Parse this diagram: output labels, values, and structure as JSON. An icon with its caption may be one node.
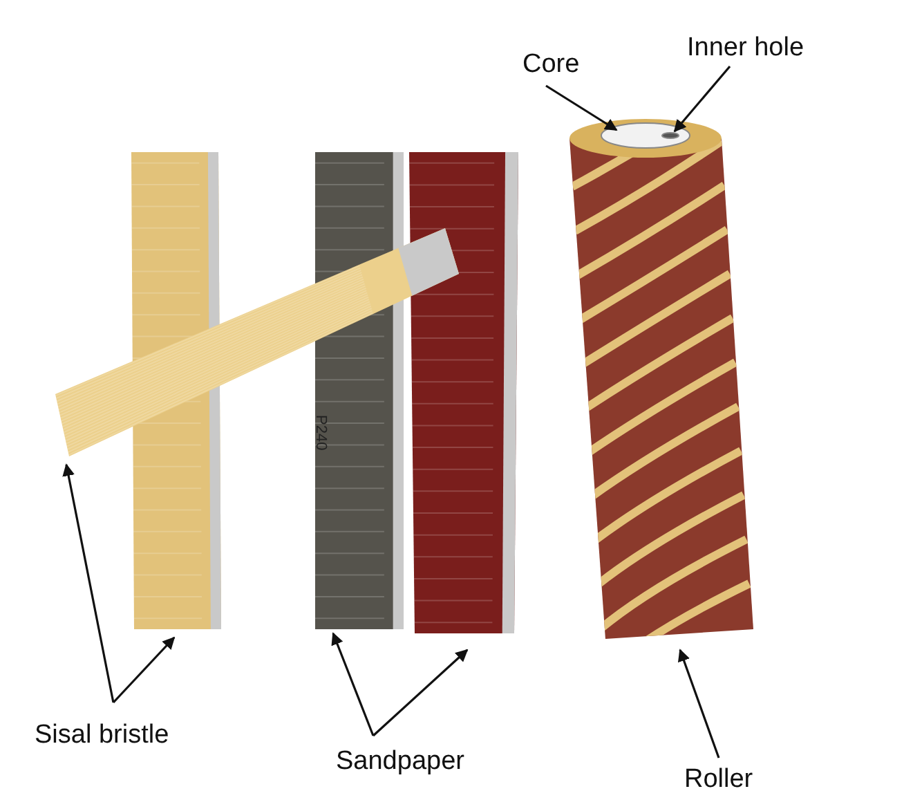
{
  "diagram": {
    "nodes": [
      {
        "text": [
          "Core"
        ]
      },
      {
        "text": [
          "Inner hole"
        ]
      },
      {
        "text": [],
        "shape": "circle"
      },
      {
        "text": [],
        "shape": "circle",
        "in": 2
      },
      {
        "text": [],
        "shape": "bar"
      },
      {
        "text": [],
        "shape": "bar"
      },
      {
        "text": [],
        "shape": "bar"
      },
      {
        "text": [],
        "shape": "bar"
      },
      {
        "text": [],
        "shape": "cylinder"
      },
      {
        "text": [
          "Sisal bristle"
        ]
      },
      {
        "text": [
          "Sandpaper"
        ]
      },
      {
        "text": [
          "Roller"
        ]
      }
    ],
    "edges": [
      {
        "from": 0,
        "to": 2,
        "arrow": "to"
      },
      {
        "from": 1,
        "to": 3,
        "arrow": "to"
      },
      {
        "from": 9,
        "to": 5,
        "arrow": "to"
      },
      {
        "from": 9,
        "to": 4,
        "arrow": "to"
      },
      {
        "from": 10,
        "to": 6,
        "arrow": "to"
      },
      {
        "from": 10,
        "to": 7,
        "arrow": "to"
      },
      {
        "from": 11,
        "to": 8,
        "arrow": "to"
      }
    ],
    "labels": [
      "P240"
    ]
  }
}
